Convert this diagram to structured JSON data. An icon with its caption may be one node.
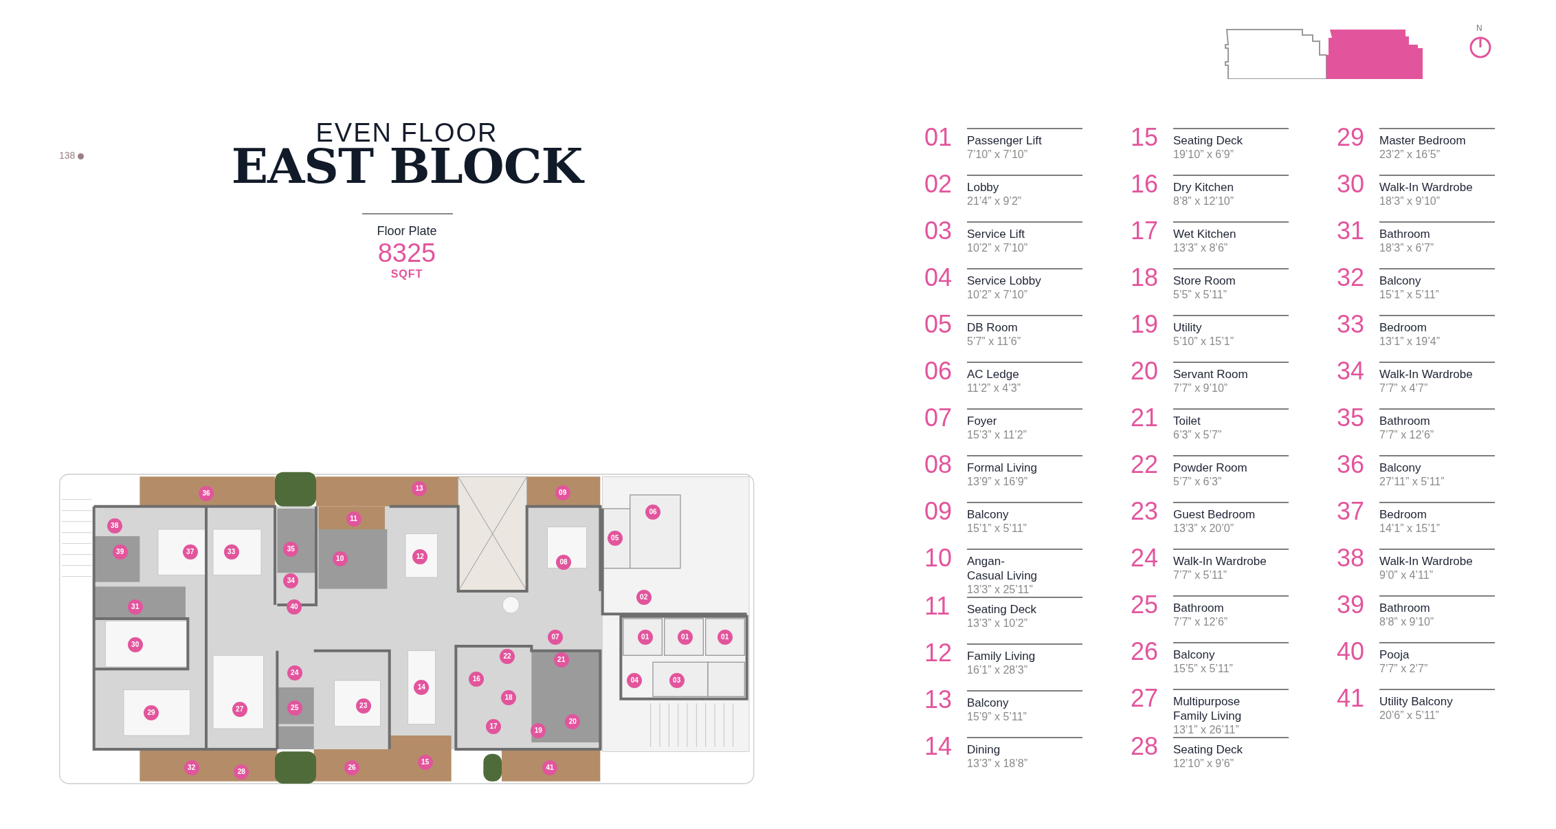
{
  "diagram": {
    "title": "EAST BLOCK",
    "labels": [
      "138",
      "EVEN FLOOR",
      "Floor Plate",
      "8325",
      "SQFT",
      "N",
      "01",
      "Passenger Lift",
      "7’10” x 7’10”",
      "02",
      "Lobby",
      "21’4” x 9’2”",
      "03",
      "Service Lift",
      "10’2” x 7’10”",
      "04",
      "Service Lobby",
      "10’2” x 7’10”",
      "05",
      "DB Room",
      "5’7” x 11’6”",
      "06",
      "AC Ledge",
      "11’2” x 4’3”",
      "07",
      "Foyer",
      "15’3” x 11’2”",
      "08",
      "Formal Living",
      "13’9” x 16’9”",
      "09",
      "Balcony",
      "15’1” x 5’11”",
      "10",
      "Angan- Casual Living",
      "13’3” x 25’11”",
      "11",
      "Seating Deck",
      "13’3” x 10’2”",
      "12",
      "Family Living",
      "16’1” x 28’3”",
      "13",
      "Balcony",
      "15’9” x 5’11”",
      "14",
      "Dining",
      "13’3” x 18’8”",
      "15",
      "Seating Deck",
      "19’10” x 6’9”",
      "16",
      "Dry Kitchen",
      "8’8” x 12’10”",
      "17",
      "Wet Kitchen",
      "13’3” x 8’6”",
      "18",
      "Store Room",
      "5’5” x 5’11”",
      "19",
      "Utility",
      "5’10” x 15’1”",
      "20",
      "Servant Room",
      "7’7” x 9’10”",
      "21",
      "Toilet",
      "6’3” x 5’7”",
      "22",
      "Powder Room",
      "5’7” x 6’3”",
      "23",
      "Guest Bedroom",
      "13’3” x 20’0”",
      "24",
      "Walk-In Wardrobe",
      "7’7” x 5’11”",
      "25",
      "Bathroom",
      "7’7” x 12’6”",
      "26",
      "Balcony",
      "15’5” x 5’11”",
      "27",
      "Multipurpose Family Living",
      "13’1” x 26’11”",
      "28",
      "Seating Deck",
      "12’10” x 9’6”",
      "29",
      "Master Bedroom",
      "23’2” x 16’5”",
      "30",
      "Walk-In Wardrobe",
      "18’3” x 9’10”",
      "31",
      "Bathroom",
      "18’3” x 6’7”",
      "32",
      "Balcony",
      "15’1” x 5’11”",
      "33",
      "Bedroom",
      "13’1” x 19’4”",
      "34",
      "Walk-In Wardrobe",
      "7’7” x 4’7”",
      "35",
      "Bathroom",
      "7’7” x 12’6”",
      "36",
      "Balcony",
      "27’11” x 5’11”",
      "37",
      "Bedroom",
      "14’1” x 15’1”",
      "38",
      "Walk-In Wardrobe",
      "9’0” x 4’11”",
      "39",
      "Bathroom",
      "8’8” x 9’10”",
      "40",
      "Pooja",
      "7’7” x 2’7”",
      "41",
      "Utility Balcony",
      "20’6” x 5’11”",
      "36",
      "13",
      "09",
      "11",
      "06",
      "38",
      "05",
      "39",
      "37",
      "33",
      "35",
      "10",
      "12",
      "08",
      "34",
      "02",
      "31",
      "40",
      "07",
      "01",
      "01",
      "01",
      "30",
      "22",
      "21",
      "24",
      "16",
      "04",
      "03",
      "14",
      "18",
      "29",
      "27",
      "25",
      "23",
      "17",
      "19",
      "20",
      "15",
      "32",
      "26",
      "41",
      "28"
    ]
  }
}
